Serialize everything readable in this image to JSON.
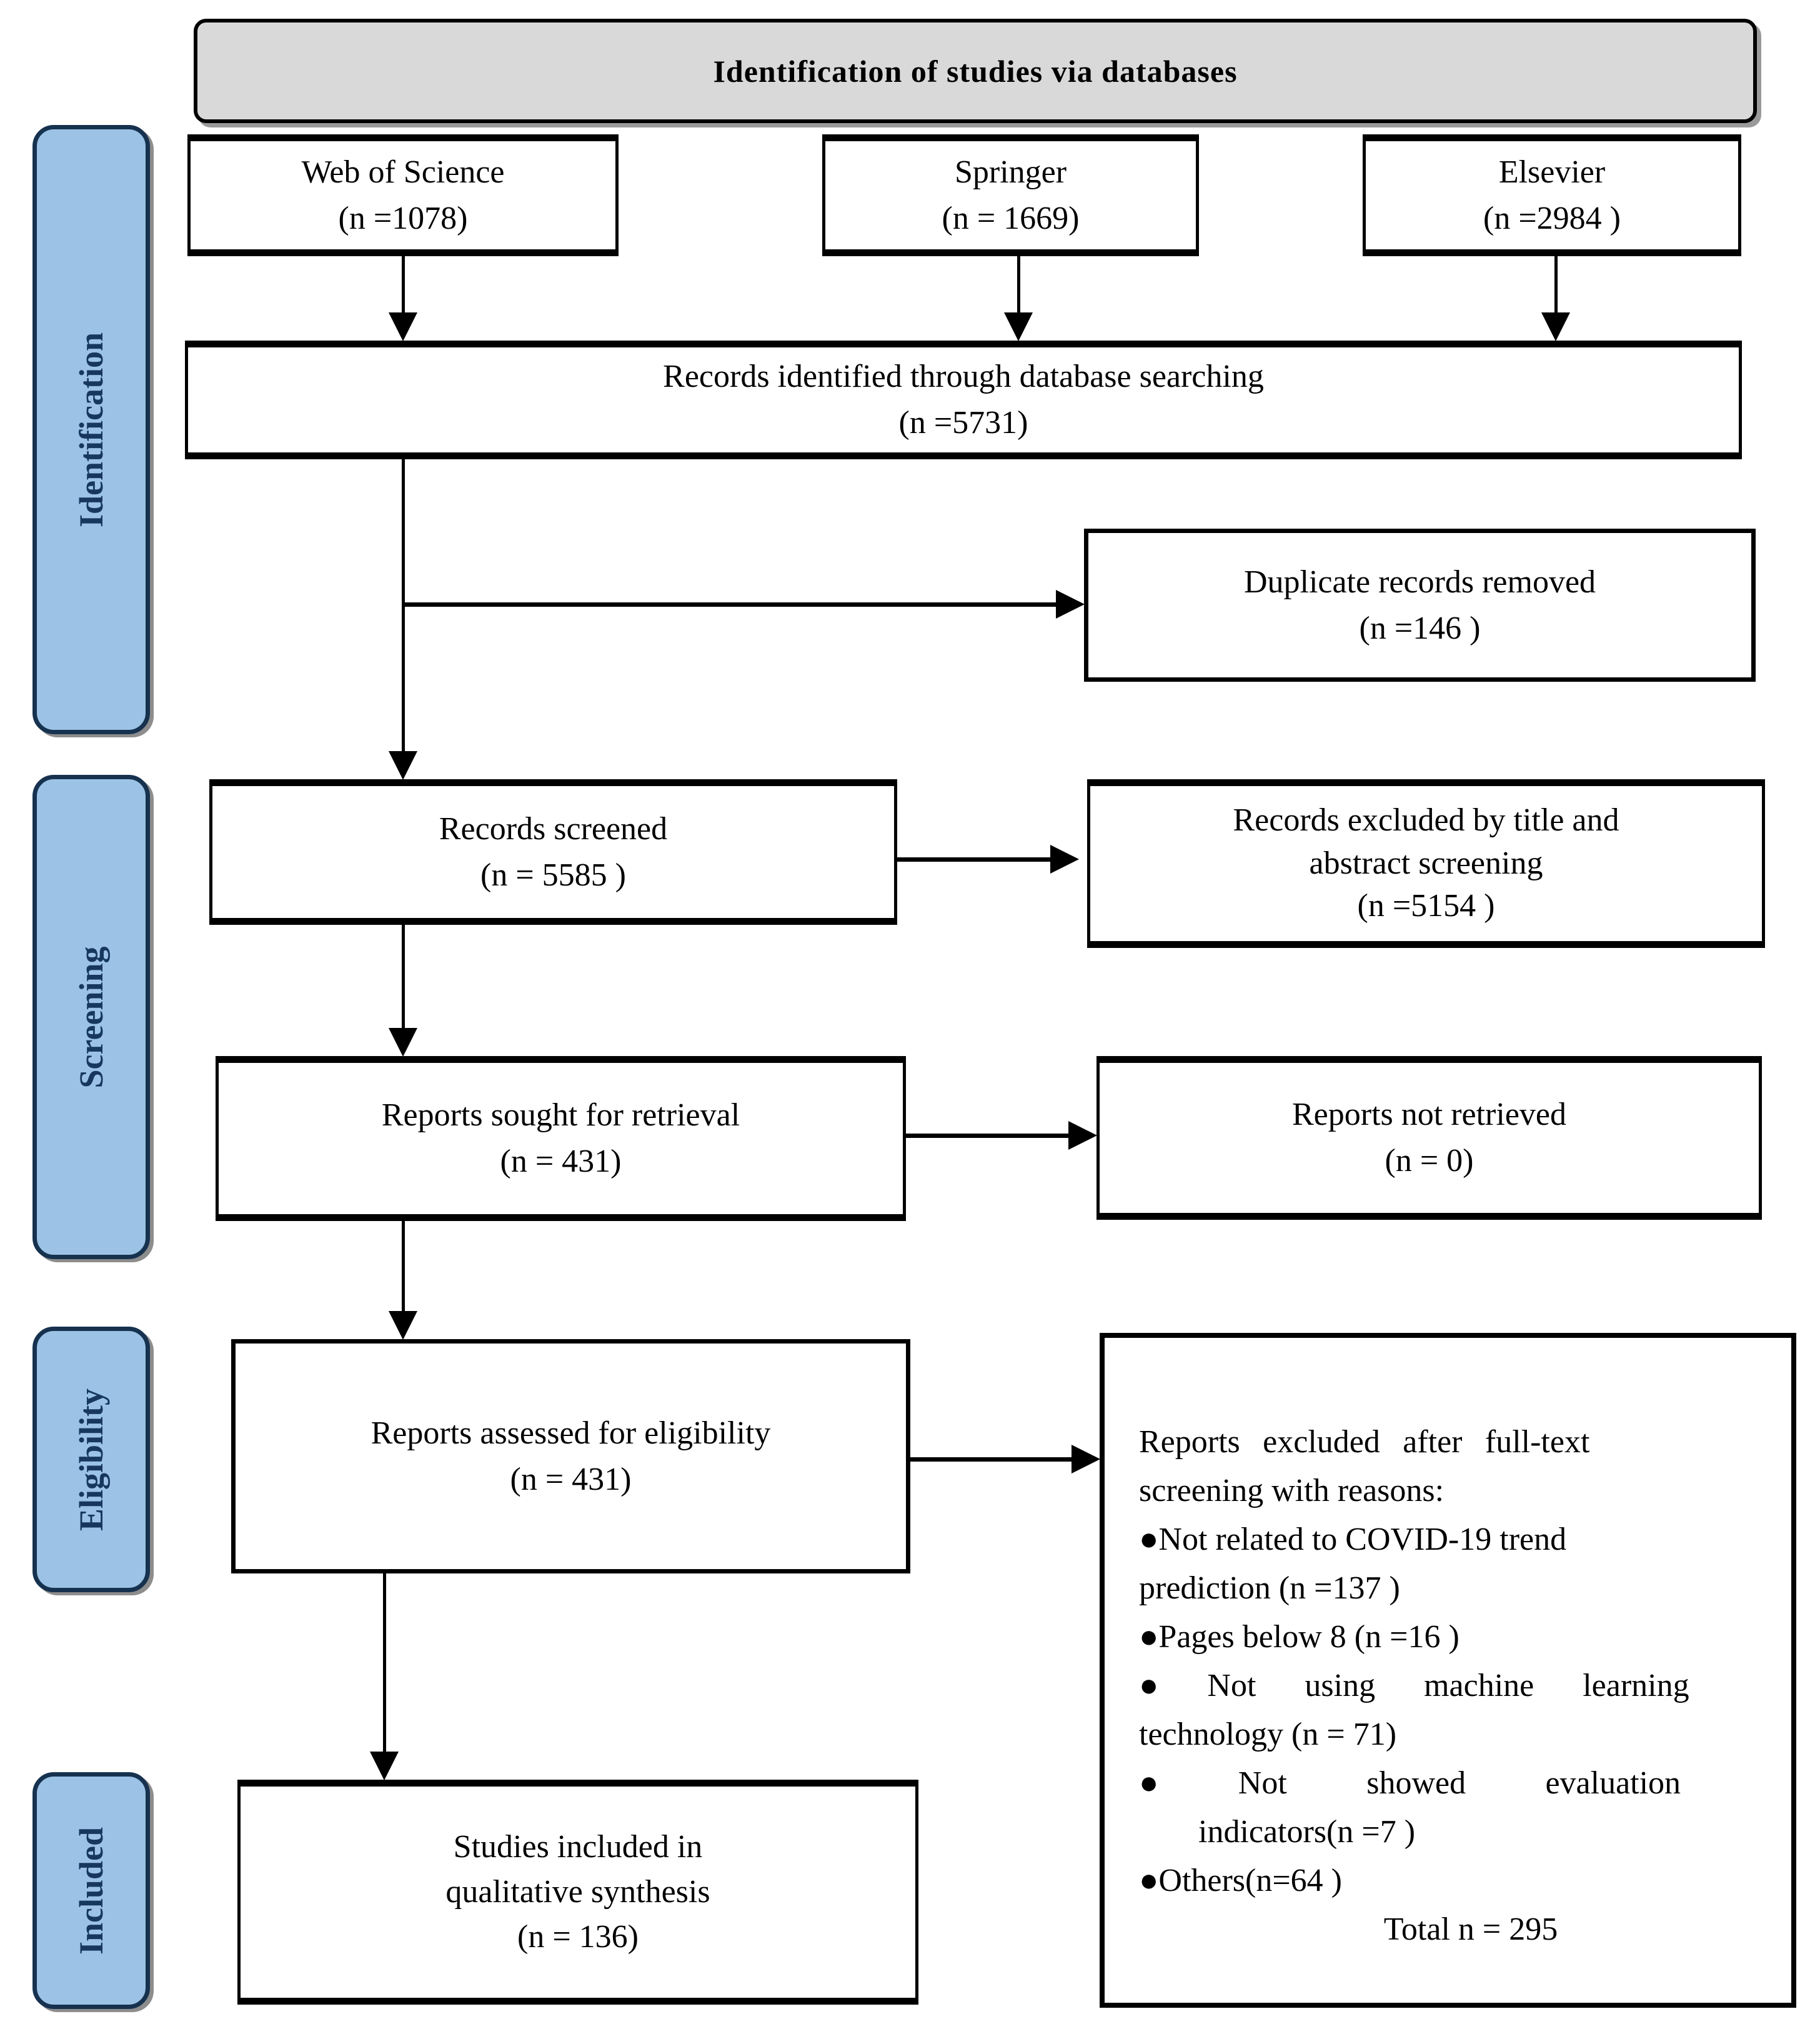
{
  "header": {
    "title": "Identification of studies via databases"
  },
  "stages": [
    {
      "label": "Identification"
    },
    {
      "label": "Screening"
    },
    {
      "label": "Eligibility"
    },
    {
      "label": "Included"
    }
  ],
  "sources": [
    {
      "name": "Web of Science",
      "count": "(n =1078)"
    },
    {
      "name": "Springer",
      "count": "(n = 1669)"
    },
    {
      "name": "Elsevier",
      "count": "(n =2984 )"
    }
  ],
  "boxes": {
    "identified": {
      "line1": "Records identified through database searching",
      "line2": "(n =5731)"
    },
    "duplicates": {
      "line1": "Duplicate records removed",
      "line2": "(n =146 )"
    },
    "screened": {
      "line1": "Records screened",
      "line2": "(n = 5585 )"
    },
    "excluded_title_abstract": {
      "line1": "Records excluded by title and",
      "line2": "abstract screening",
      "line3": "(n =5154 )"
    },
    "sought": {
      "line1": "Reports sought for retrieval",
      "line2": "(n = 431)"
    },
    "not_retrieved": {
      "line1": "Reports not retrieved",
      "line2": "(n = 0)"
    },
    "assessed": {
      "line1": "Reports assessed for eligibility",
      "line2": "(n = 431)"
    },
    "fulltext_excluded": {
      "lines": [
        "Reports excluded after full-text",
        "screening with reasons:",
        "●Not related to COVID-19 trend",
        "prediction (n =137 )",
        "●Pages below 8 (n =16 )",
        "● Not using machine learning",
        "technology (n = 71)",
        "● Not showed evaluation",
        "indicators(n =7 )",
        "●Others(n=64 )",
        "Total n = 295"
      ]
    },
    "included_studies": {
      "line1": "Studies included in",
      "line2": "qualitative synthesis",
      "line3": "(n = 136)"
    }
  },
  "colors": {
    "stage_fill": "#9CC3E6",
    "stage_border": "#16324F",
    "stage_text": "#17375E",
    "header_fill": "#D9D9D9",
    "box_border": "#000000"
  }
}
